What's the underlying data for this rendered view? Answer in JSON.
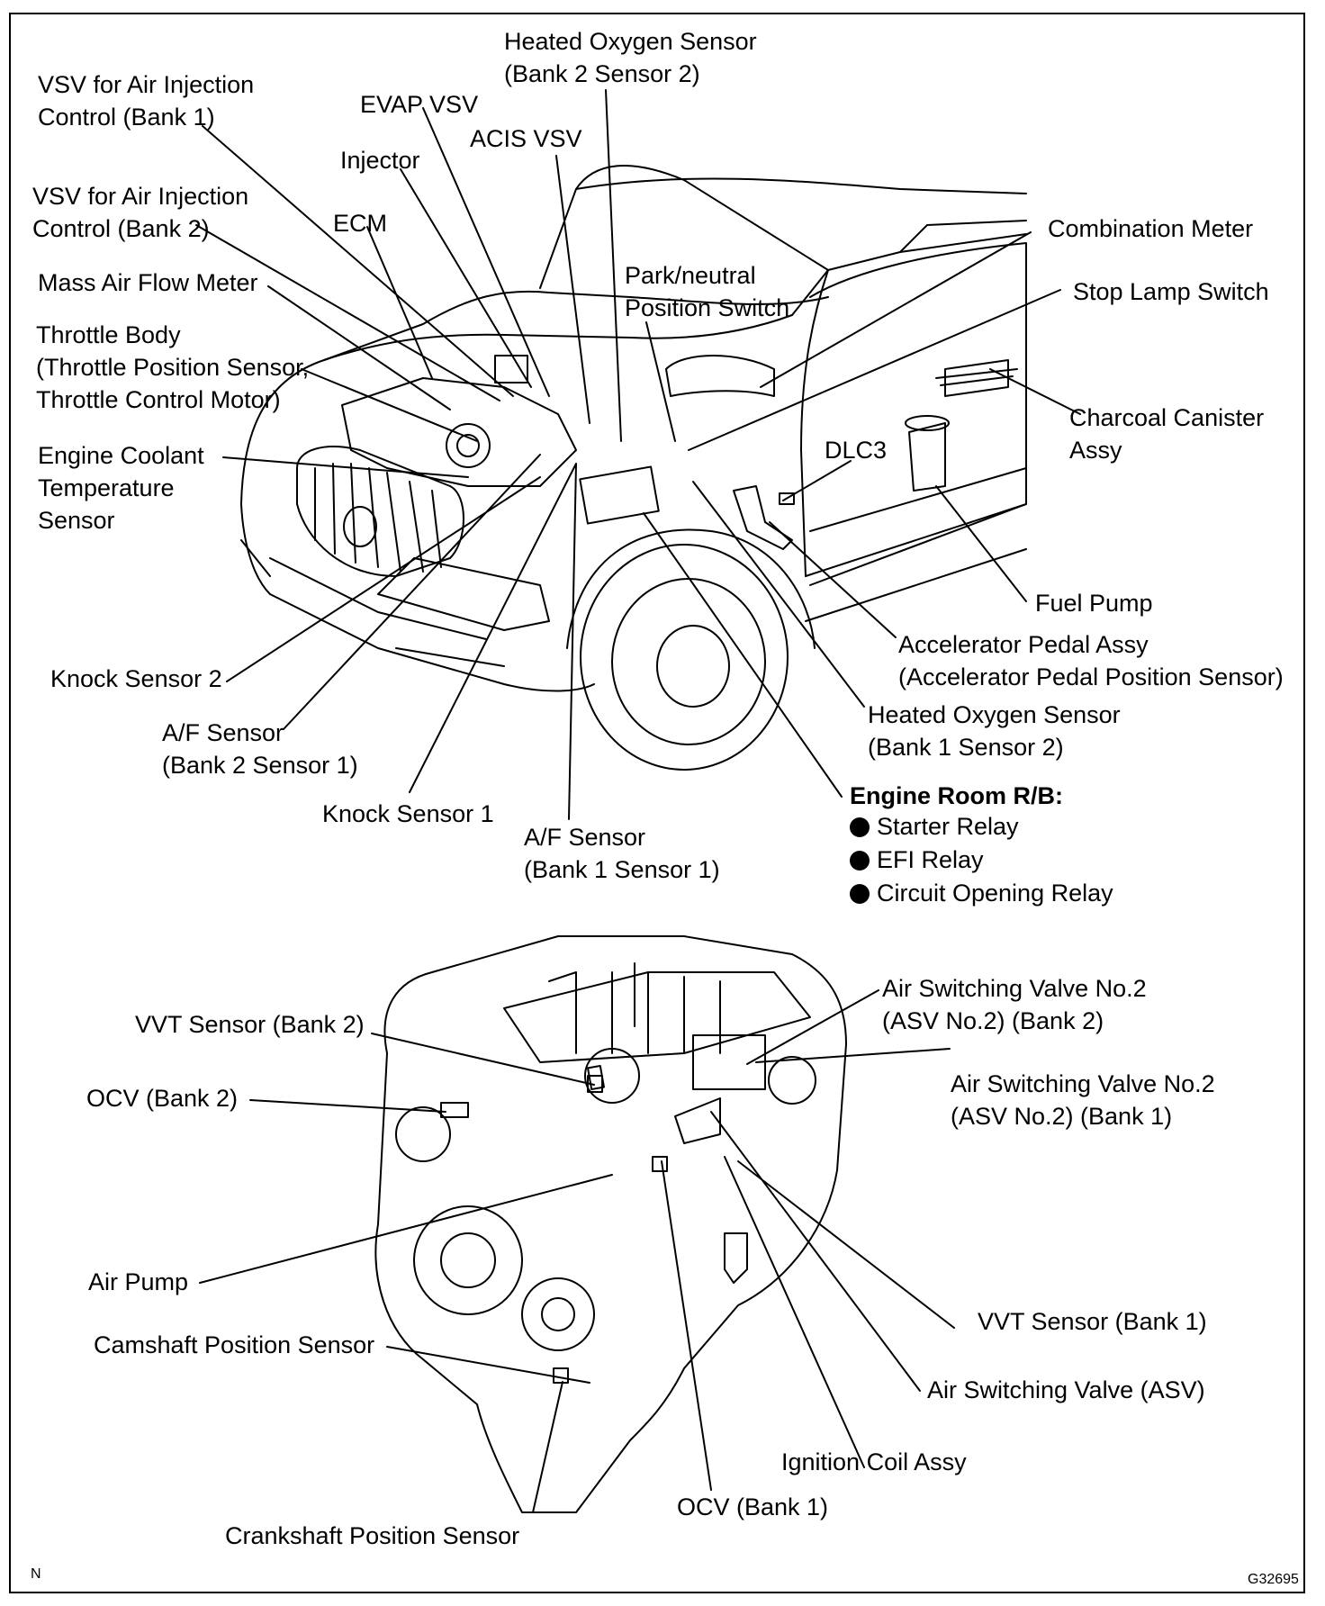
{
  "labels_top": {
    "heated_o2_b2s2": "Heated Oxygen Sensor\n(Bank 2 Sensor 2)",
    "vsv_air_inj_b1": "VSV for Air Injection\nControl (Bank 1)",
    "evap_vsv": "EVAP VSV",
    "acis_vsv": "ACIS VSV",
    "injector": "Injector",
    "vsv_air_inj_b2": "VSV for Air Injection\nControl (Bank 2)",
    "ecm": "ECM",
    "combination_meter": "Combination Meter",
    "mass_air_flow_meter": "Mass Air Flow Meter",
    "park_neutral": "Park/neutral\nPosition Switch",
    "stop_lamp_switch": "Stop Lamp Switch",
    "throttle_body": "Throttle Body\n(Throttle Position Sensor,\nThrottle Control Motor)",
    "charcoal_canister": "Charcoal Canister\nAssy",
    "dlc3": "DLC3",
    "ect_sensor": "Engine Coolant\nTemperature\nSensor",
    "fuel_pump": "Fuel Pump",
    "accel_pedal": "Accelerator Pedal Assy\n(Accelerator Pedal Position Sensor)",
    "knock_sensor_2": "Knock Sensor 2",
    "heated_o2_b1s2": "Heated Oxygen Sensor\n(Bank 1 Sensor 2)",
    "af_b2s1": "A/F Sensor\n(Bank 2 Sensor 1)",
    "knock_sensor_1": "Knock Sensor 1",
    "af_b1s1": "A/F Sensor\n(Bank 1 Sensor 1)"
  },
  "engine_room_rb": {
    "title": "Engine Room R/B:",
    "items": [
      "Starter Relay",
      "EFI Relay",
      "Circuit Opening Relay"
    ]
  },
  "labels_engine": {
    "asv2_b2": "Air Switching Valve No.2\n(ASV No.2) (Bank 2)",
    "vvt_b2": "VVT Sensor (Bank 2)",
    "asv2_b1": "Air Switching Valve No.2\n(ASV No.2) (Bank 1)",
    "ocv_b2": "OCV (Bank 2)",
    "air_pump": "Air Pump",
    "vvt_b1": "VVT Sensor (Bank 1)",
    "cmp_sensor": "Camshaft Position Sensor",
    "asv": "Air Switching Valve (ASV)",
    "ignition_coil": "Ignition Coil Assy",
    "ocv_b1": "OCV (Bank 1)",
    "ckp_sensor": "Crankshaft Position Sensor"
  },
  "corner": {
    "left": "N",
    "right": "G32695"
  }
}
